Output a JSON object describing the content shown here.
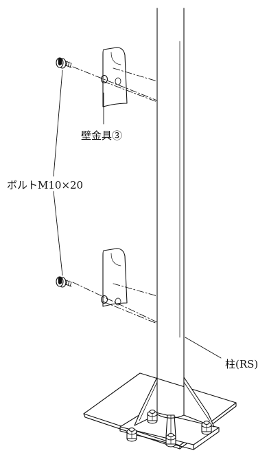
{
  "labels": {
    "wall_bracket": "壁金具③",
    "bolt": "ボルトM10×20",
    "post": "柱(RS)"
  }
}
